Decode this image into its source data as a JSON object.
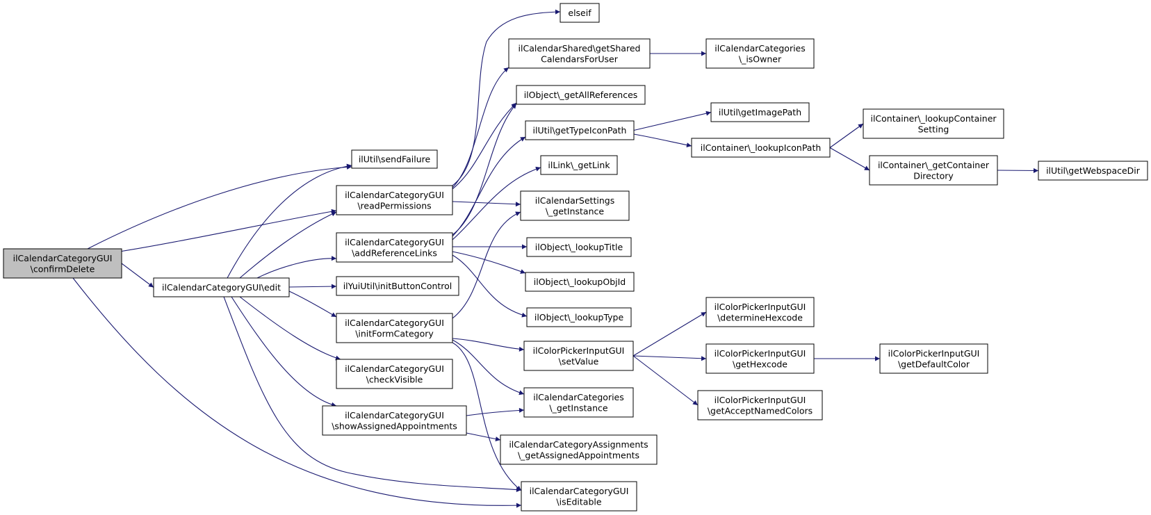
{
  "colors": {
    "edge": "#191970",
    "root_fill": "#bfbfbf",
    "node_fill": "#ffffff",
    "border": "#000000"
  },
  "nodes": {
    "confirmDelete": {
      "lines": [
        "ilCalendarCategoryGUI",
        "\\confirmDelete"
      ],
      "root": true
    },
    "edit": {
      "lines": [
        "ilCalendarCategoryGUI\\edit"
      ]
    },
    "sendFailure": {
      "lines": [
        "ilUtil\\sendFailure"
      ]
    },
    "readPermissions": {
      "lines": [
        "ilCalendarCategoryGUI",
        "\\readPermissions"
      ]
    },
    "addReferenceLinks": {
      "lines": [
        "ilCalendarCategoryGUI",
        "\\addReferenceLinks"
      ]
    },
    "initButtonControl": {
      "lines": [
        "ilYuiUtil\\initButtonControl"
      ]
    },
    "initFormCategory": {
      "lines": [
        "ilCalendarCategoryGUI",
        "\\initFormCategory"
      ]
    },
    "checkVisible": {
      "lines": [
        "ilCalendarCategoryGUI",
        "\\checkVisible"
      ]
    },
    "showAssignedAppointments": {
      "lines": [
        "ilCalendarCategoryGUI",
        "\\showAssignedAppointments"
      ]
    },
    "elseif": {
      "lines": [
        "elseif"
      ]
    },
    "getSharedCalendarsForUser": {
      "lines": [
        "ilCalendarShared\\getShared",
        "CalendarsForUser"
      ]
    },
    "getAllReferences": {
      "lines": [
        "ilObject\\_getAllReferences"
      ]
    },
    "getTypeIconPath": {
      "lines": [
        "ilUtil\\getTypeIconPath"
      ]
    },
    "getLink": {
      "lines": [
        "ilLink\\_getLink"
      ]
    },
    "settingsGetInstance": {
      "lines": [
        "ilCalendarSettings",
        "\\_getInstance"
      ]
    },
    "lookupTitle": {
      "lines": [
        "ilObject\\_lookupTitle"
      ]
    },
    "lookupObjId": {
      "lines": [
        "ilObject\\_lookupObjId"
      ]
    },
    "lookupType": {
      "lines": [
        "ilObject\\_lookupType"
      ]
    },
    "setValue": {
      "lines": [
        "ilColorPickerInputGUI",
        "\\setValue"
      ]
    },
    "categoriesGetInstance": {
      "lines": [
        "ilCalendarCategories",
        "\\_getInstance"
      ]
    },
    "getAssignedAppointments": {
      "lines": [
        "ilCalendarCategoryAssignments",
        "\\_getAssignedAppointments"
      ]
    },
    "isEditable": {
      "lines": [
        "ilCalendarCategoryGUI",
        "\\isEditable"
      ]
    },
    "isOwner": {
      "lines": [
        "ilCalendarCategories",
        "\\_isOwner"
      ]
    },
    "getImagePath": {
      "lines": [
        "ilUtil\\getImagePath"
      ]
    },
    "lookupIconPath": {
      "lines": [
        "ilContainer\\_lookupIconPath"
      ]
    },
    "determineHexcode": {
      "lines": [
        "ilColorPickerInputGUI",
        "\\determineHexcode"
      ]
    },
    "getHexcode": {
      "lines": [
        "ilColorPickerInputGUI",
        "\\getHexcode"
      ]
    },
    "getAcceptNamedColors": {
      "lines": [
        "ilColorPickerInputGUI",
        "\\getAcceptNamedColors"
      ]
    },
    "lookupContainerSetting": {
      "lines": [
        "ilContainer\\_lookupContainer",
        "Setting"
      ]
    },
    "getContainerDirectory": {
      "lines": [
        "ilContainer\\_getContainer",
        "Directory"
      ]
    },
    "getDefaultColor": {
      "lines": [
        "ilColorPickerInputGUI",
        "\\getDefaultColor"
      ]
    },
    "getWebspaceDir": {
      "lines": [
        "ilUtil\\getWebspaceDir"
      ]
    }
  },
  "edges": [
    [
      "confirmDelete",
      "sendFailure"
    ],
    [
      "confirmDelete",
      "readPermissions"
    ],
    [
      "confirmDelete",
      "edit"
    ],
    [
      "confirmDelete",
      "isEditable"
    ],
    [
      "edit",
      "sendFailure"
    ],
    [
      "edit",
      "readPermissions"
    ],
    [
      "edit",
      "addReferenceLinks"
    ],
    [
      "edit",
      "initButtonControl"
    ],
    [
      "edit",
      "initFormCategory"
    ],
    [
      "edit",
      "checkVisible"
    ],
    [
      "edit",
      "showAssignedAppointments"
    ],
    [
      "edit",
      "isEditable"
    ],
    [
      "readPermissions",
      "elseif"
    ],
    [
      "readPermissions",
      "getSharedCalendarsForUser"
    ],
    [
      "readPermissions",
      "getAllReferences"
    ],
    [
      "readPermissions",
      "settingsGetInstance"
    ],
    [
      "addReferenceLinks",
      "getAllReferences"
    ],
    [
      "addReferenceLinks",
      "getTypeIconPath"
    ],
    [
      "addReferenceLinks",
      "getLink"
    ],
    [
      "addReferenceLinks",
      "lookupTitle"
    ],
    [
      "addReferenceLinks",
      "lookupObjId"
    ],
    [
      "addReferenceLinks",
      "lookupType"
    ],
    [
      "initFormCategory",
      "settingsGetInstance"
    ],
    [
      "initFormCategory",
      "setValue"
    ],
    [
      "initFormCategory",
      "categoriesGetInstance"
    ],
    [
      "initFormCategory",
      "isEditable"
    ],
    [
      "showAssignedAppointments",
      "categoriesGetInstance"
    ],
    [
      "showAssignedAppointments",
      "getAssignedAppointments"
    ],
    [
      "getSharedCalendarsForUser",
      "isOwner"
    ],
    [
      "getTypeIconPath",
      "getImagePath"
    ],
    [
      "getTypeIconPath",
      "lookupIconPath"
    ],
    [
      "lookupIconPath",
      "lookupContainerSetting"
    ],
    [
      "lookupIconPath",
      "getContainerDirectory"
    ],
    [
      "getContainerDirectory",
      "getWebspaceDir"
    ],
    [
      "setValue",
      "determineHexcode"
    ],
    [
      "setValue",
      "getHexcode"
    ],
    [
      "setValue",
      "getAcceptNamedColors"
    ],
    [
      "getHexcode",
      "getDefaultColor"
    ]
  ]
}
